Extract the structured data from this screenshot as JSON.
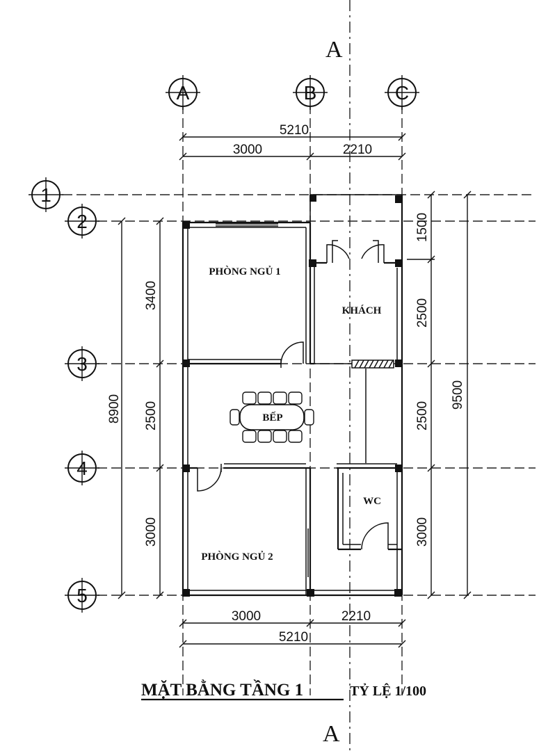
{
  "section_marks": {
    "top": "A",
    "bottom": "A"
  },
  "grid_columns": [
    "A",
    "B",
    "C"
  ],
  "grid_rows": [
    "1",
    "2",
    "3",
    "4",
    "5"
  ],
  "dimensions": {
    "top_total": "5210",
    "top_left": "3000",
    "top_right": "2210",
    "bottom_left": "3000",
    "bottom_right": "2210",
    "bottom_total": "5210",
    "left_total": "8900",
    "left_1": "3400",
    "left_2": "2500",
    "left_3": "3000",
    "right_total": "9500",
    "right_1": "1500",
    "right_2": "2500",
    "right_3": "2500",
    "right_4": "3000"
  },
  "rooms": {
    "bedroom_1": "PHÒNG NGỦ 1",
    "living": "KHÁCH",
    "kitchen": "BẾP",
    "wc": "WC",
    "bedroom_2": "PHÒNG NGỦ 2"
  },
  "title": {
    "main": "MẶT BẰNG TẦNG 1",
    "scale": "TỶ LỆ 1/100"
  }
}
